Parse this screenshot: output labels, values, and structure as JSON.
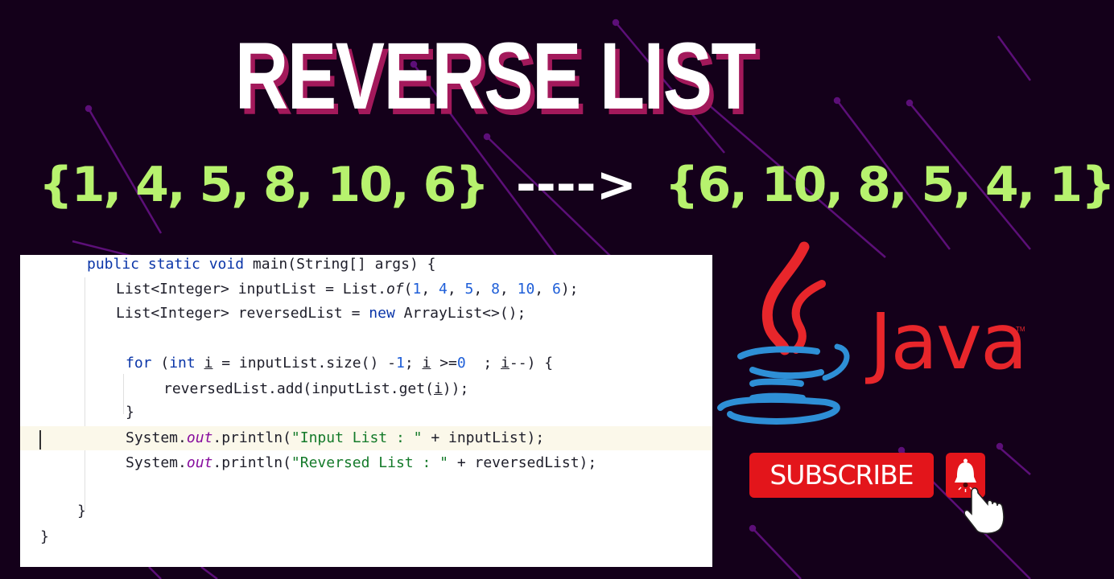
{
  "title": "REVERSE LIST",
  "transform": {
    "input": "{1, 4, 5, 8, 10, 6}",
    "arrow": "---->",
    "output": "{6, 10, 8, 5, 4, 1}"
  },
  "code": {
    "lines": [
      "public static void main(String[] args) {",
      "List<Integer> inputList = List.of(1, 4, 5, 8, 10, 6);",
      "List<Integer> reversedList = new ArrayList<>();",
      "",
      "for (int i = inputList.size() -1; i >=0  ; i--) {",
      "reversedList.add(inputList.get(i));",
      "}",
      "System.out.println(\"Input List : \" + inputList);",
      "System.out.println(\"Reversed List : \" + reversedList);",
      "",
      "}",
      "}"
    ]
  },
  "logo": {
    "word": "Java",
    "tm": "TM"
  },
  "subscribe": {
    "label": "SUBSCRIBE"
  },
  "colors": {
    "background": "#14001a",
    "title_shadow": "#a3195b",
    "list_green": "#b7f26e",
    "java_red": "#e8262b",
    "java_blue": "#2e8fd6",
    "subscribe_red": "#e3151b"
  }
}
